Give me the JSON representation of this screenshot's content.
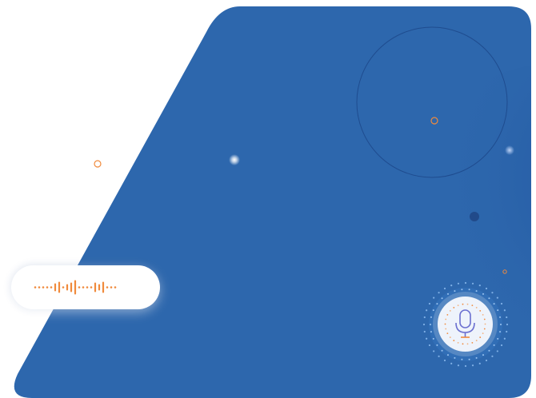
{
  "colors": {
    "panel": "#2d67ad",
    "panel_dark": "#1f4f96",
    "accent_orange": "#f08a3c",
    "mic_purple": "#6a6fd0",
    "background": "#ffffff"
  },
  "waveform": {
    "pattern": [
      "dot",
      "dot",
      "dot",
      "dot",
      "dot",
      "bar",
      "bar",
      "dot",
      "bar",
      "bar",
      "bar",
      "dot",
      "dot",
      "dot",
      "dot",
      "bar",
      "bar",
      "bar",
      "dot",
      "dot",
      "dot"
    ]
  },
  "icons": {
    "microphone": "microphone-icon",
    "waveform": "waveform-icon"
  }
}
